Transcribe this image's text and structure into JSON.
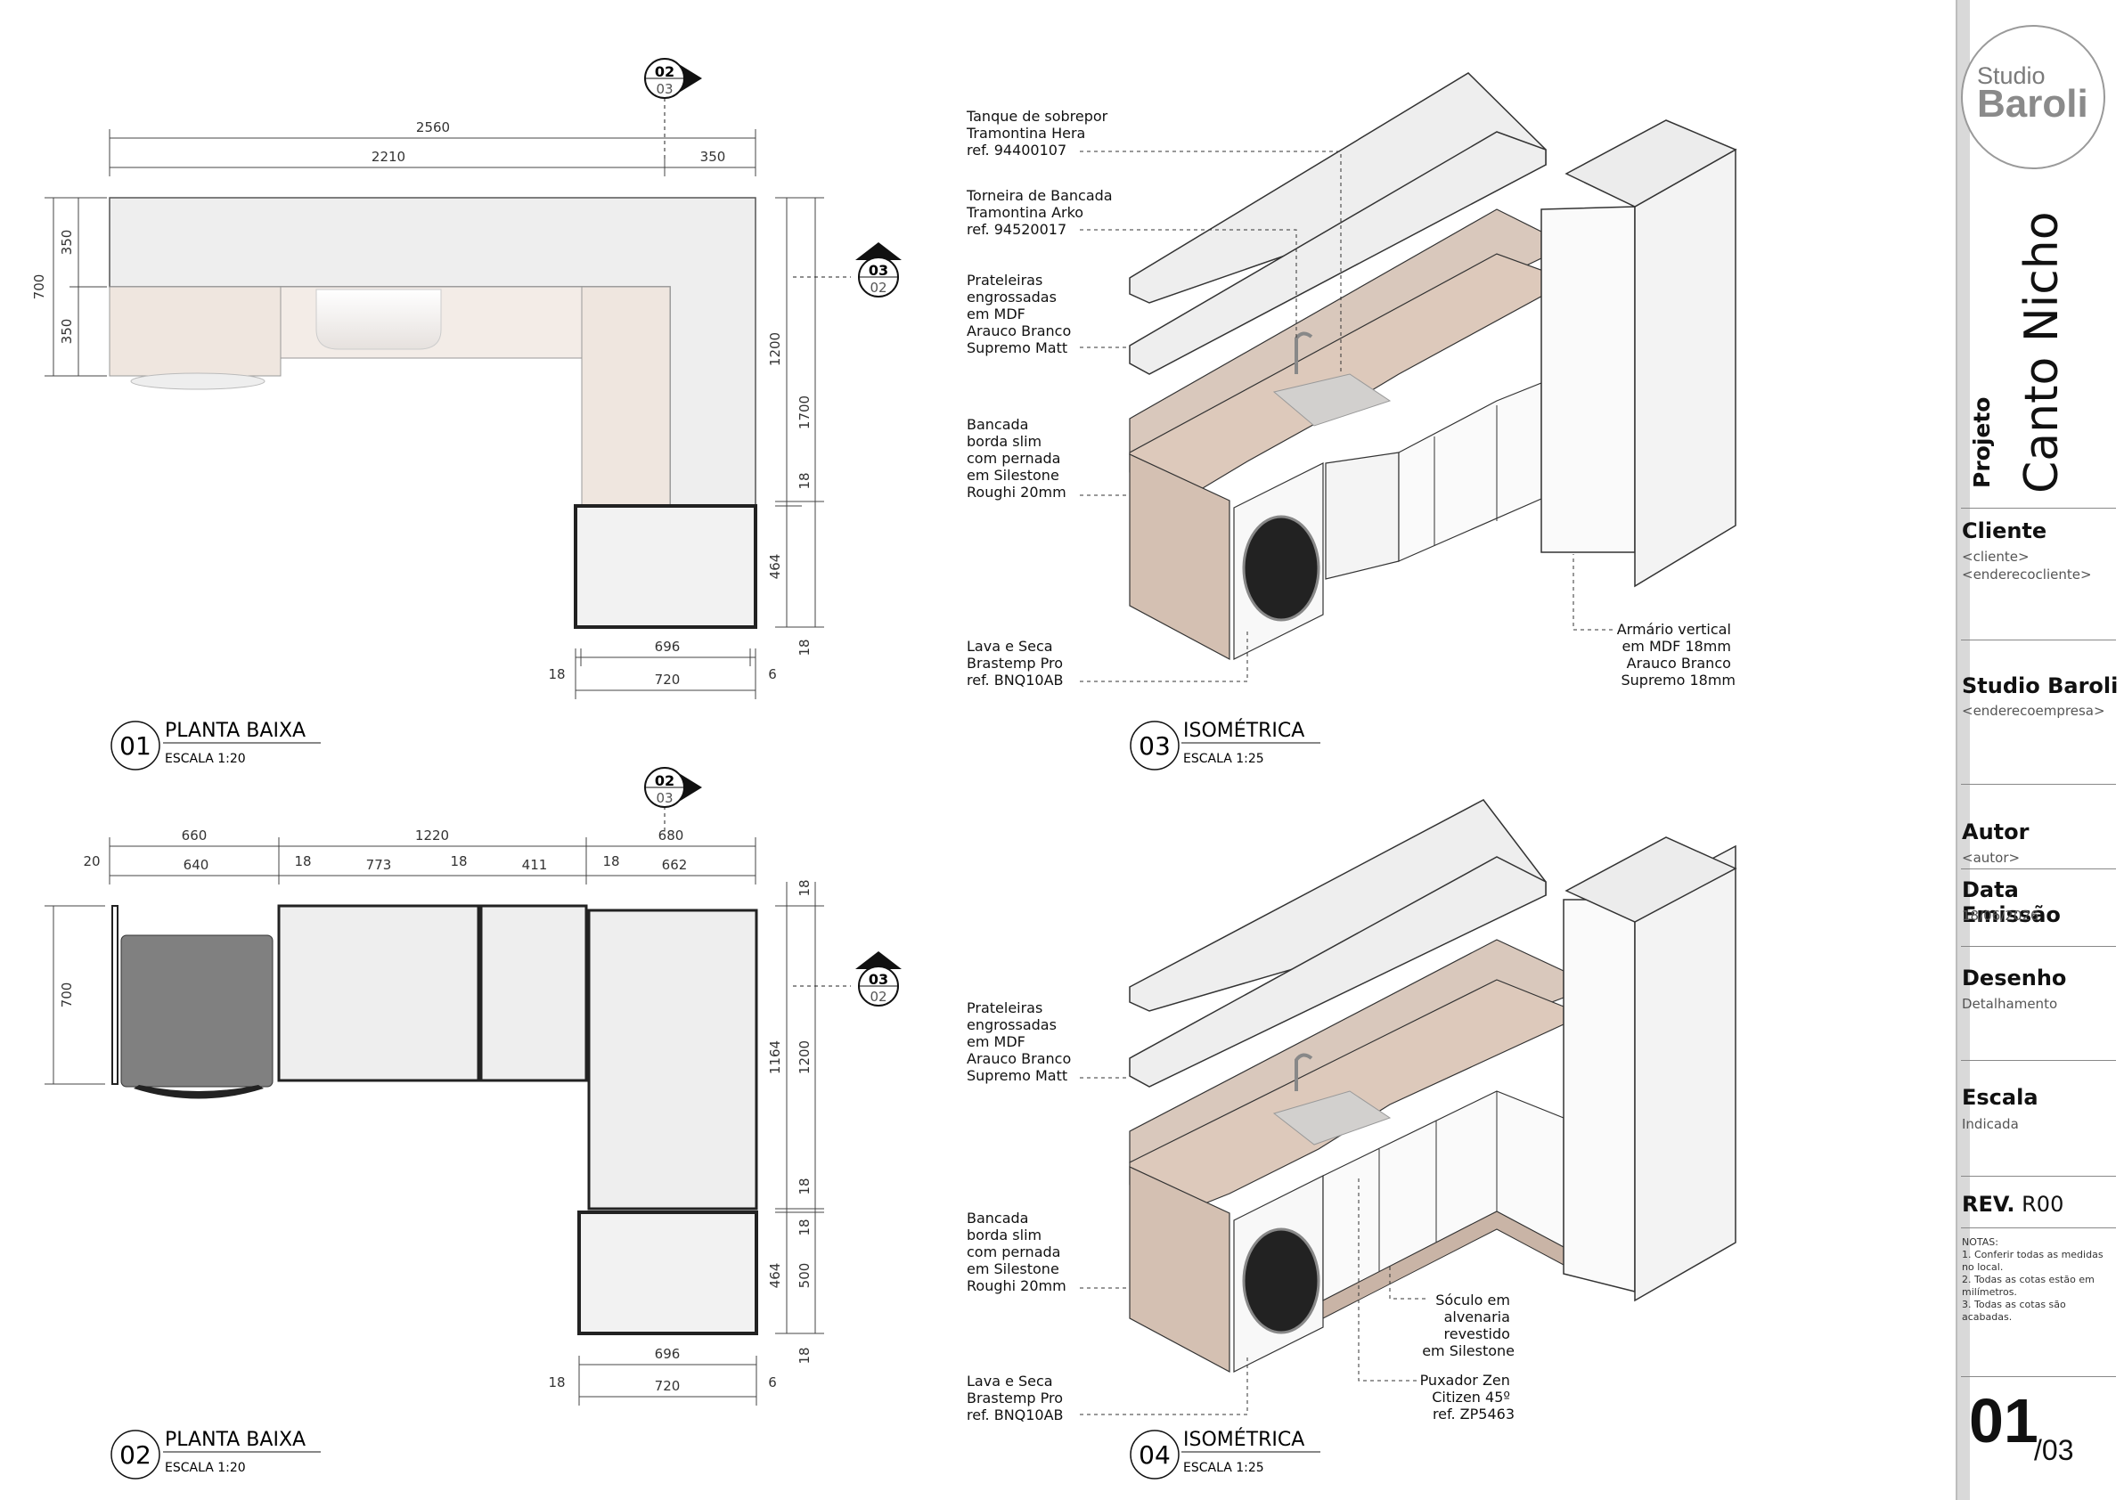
{
  "drawings": [
    {
      "num": "01",
      "title": "PLANTA BAIXA",
      "scale": "ESCALA 1:20"
    },
    {
      "num": "02",
      "title": "PLANTA BAIXA",
      "scale": "ESCALA 1:20"
    },
    {
      "num": "03",
      "title": "ISOMÉTRICA",
      "scale": "ESCALA 1:25"
    },
    {
      "num": "04",
      "title": "ISOMÉTRICA",
      "scale": "ESCALA 1:25"
    }
  ],
  "section_markers": {
    "m1": {
      "top": "02",
      "bottom": "03"
    },
    "m2": {
      "top": "03",
      "bottom": "02"
    },
    "m3": {
      "top": "02",
      "bottom": "03"
    },
    "m4": {
      "top": "03",
      "bottom": "02"
    }
  },
  "dims_plan1": {
    "total": "2560",
    "left": "2210",
    "right": "350",
    "depth": "700",
    "d350a": "350",
    "d350b": "350",
    "v1200": "1200",
    "v1700": "1700",
    "v18a": "18",
    "v464": "464",
    "v18b": "18",
    "w696": "696",
    "w720": "720",
    "w18": "18",
    "w6": "6"
  },
  "dims_plan2": {
    "a660": "660",
    "a1220": "1220",
    "a680": "680",
    "b20": "20",
    "b640": "640",
    "b18a": "18",
    "b773": "773",
    "b18b": "18",
    "b411": "411",
    "b18c": "18",
    "b662": "662",
    "depth": "700",
    "v18top": "18",
    "v1164": "1164",
    "v1200": "1200",
    "v18a": "18",
    "v18b": "18",
    "v464": "464",
    "v500": "500",
    "v18c": "18",
    "w696": "696",
    "w720": "720",
    "w18": "18",
    "w6": "6"
  },
  "labels_iso3": {
    "tanque": [
      "Tanque de sobrepor",
      "Tramontina Hera",
      "ref. 94400107"
    ],
    "torneira": [
      "Torneira de Bancada",
      "Tramontina Arko",
      "ref. 94520017"
    ],
    "prateleiras": [
      "Prateleiras",
      "engrossadas",
      "em MDF",
      "Arauco Branco",
      "Supremo Matt"
    ],
    "bancada": [
      "Bancada",
      "borda slim",
      "com pernada",
      "em Silestone",
      "Roughi 20mm"
    ],
    "lava": [
      "Lava e Seca",
      "Brastemp Pro",
      "ref. BNQ10AB"
    ],
    "armario": [
      "Armário vertical",
      "em MDF 18mm",
      "Arauco Branco",
      "Supremo 18mm"
    ]
  },
  "labels_iso4": {
    "prateleiras": [
      "Prateleiras",
      "engrossadas",
      "em MDF",
      "Arauco Branco",
      "Supremo Matt"
    ],
    "bancada": [
      "Bancada",
      "borda slim",
      "com pernada",
      "em Silestone",
      "Roughi 20mm"
    ],
    "lava": [
      "Lava e Seca",
      "Brastemp Pro",
      "ref. BNQ10AB"
    ],
    "soculo": [
      "Sóculo em",
      "alvenaria",
      "revestido",
      "em Silestone"
    ],
    "puxador": [
      "Puxador Zen",
      "Citizen 45º",
      "ref. ZP5463"
    ]
  },
  "sidebar": {
    "logo_a": "Studio",
    "logo_b": "Baroli",
    "project_label": "Projeto",
    "project_name": "Canto Nicho",
    "client_h": "Cliente",
    "client_1": "<cliente>",
    "client_2": "<enderecocliente>",
    "studio_h": "Studio Baroli",
    "studio_s": "<enderecoempresa>",
    "autor_h": "Autor",
    "autor_s": "<autor>",
    "data_h": "Data Emissão",
    "data_s": "18/06/2026",
    "desenho_h": "Desenho",
    "desenho_s": "Detalhamento",
    "escala_h": "Escala",
    "escala_s": "Indicada",
    "rev_label": "REV.",
    "rev_value": "R00",
    "notes": [
      "NOTAS:",
      "1. Conferir todas as medidas no local.",
      "2. Todas as cotas estão em milímetros.",
      "3. Todas as cotas são acabadas."
    ],
    "sheet": "01",
    "total": "/03"
  },
  "colors": {
    "counter": "#efe9e6",
    "wood": "#d9c8bc",
    "cabinet_side": "#c9b4a6",
    "gray": "#808080",
    "line": "#1a1a1a"
  }
}
